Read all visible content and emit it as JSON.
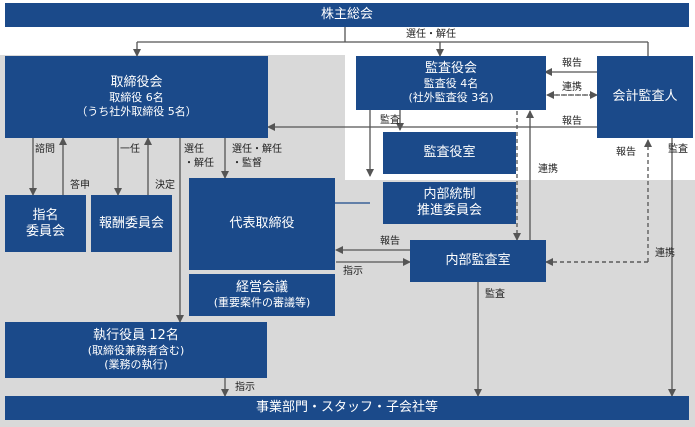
{
  "boxes": {
    "shareholders": "株主総会",
    "board": {
      "title": "取締役会",
      "line1": "取締役 6名",
      "line2": "（うち社外取締役 5名）"
    },
    "audit_board": {
      "title": "監査役会",
      "line1": "監査役 4名",
      "line2": "(社外監査役 3名)"
    },
    "accounting_auditor": "会計監査人",
    "audit_office": "監査役室",
    "internal_control": {
      "line1": "内部統制",
      "line2": "推進委員会"
    },
    "nomination": {
      "line1": "指名",
      "line2": "委員会"
    },
    "compensation": "報酬委員会",
    "ceo": "代表取締役",
    "management_meeting": {
      "title": "経営会議",
      "sub": "(重要案件の審議等)"
    },
    "internal_audit": "内部監査室",
    "executives": {
      "title": "執行役員 12名",
      "line1": "(取締役兼務者含む)",
      "line2": "(業務の執行)"
    },
    "business_units": "事業部門・スタッフ・子会社等"
  },
  "labels": {
    "elect_dismiss": "選任・解任",
    "report": "報告",
    "cooperation": "連携",
    "audit": "監査",
    "consult": "諮問",
    "respond": "答申",
    "delegate": "一任",
    "decide": "決定",
    "elect": "選任",
    "dismiss": "・解任",
    "elect_dismiss2": "選任・解任",
    "supervise": "・監督",
    "instruct": "指示"
  },
  "colors": {
    "box": "#1b4a8a",
    "gray": "#d9d9d9",
    "line": "#555555"
  }
}
